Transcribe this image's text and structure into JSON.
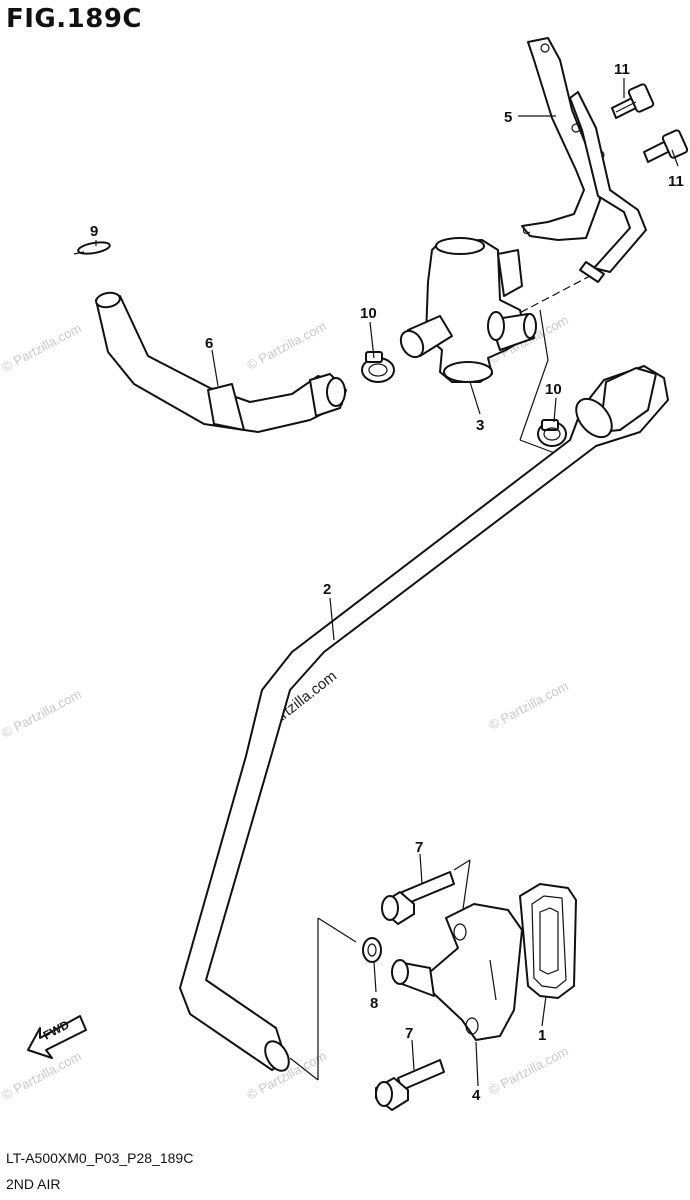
{
  "figure": {
    "title": "FIG.189C",
    "code": "LT-A500XM0_P03_P28_189C",
    "name": "2ND AIR"
  },
  "callouts": [
    "1",
    "2",
    "3",
    "4",
    "5",
    "6",
    "7",
    "7",
    "8",
    "9",
    "10",
    "10",
    "11",
    "11"
  ],
  "direction_arrow": "FWD",
  "watermark": "© Partzilla.com"
}
